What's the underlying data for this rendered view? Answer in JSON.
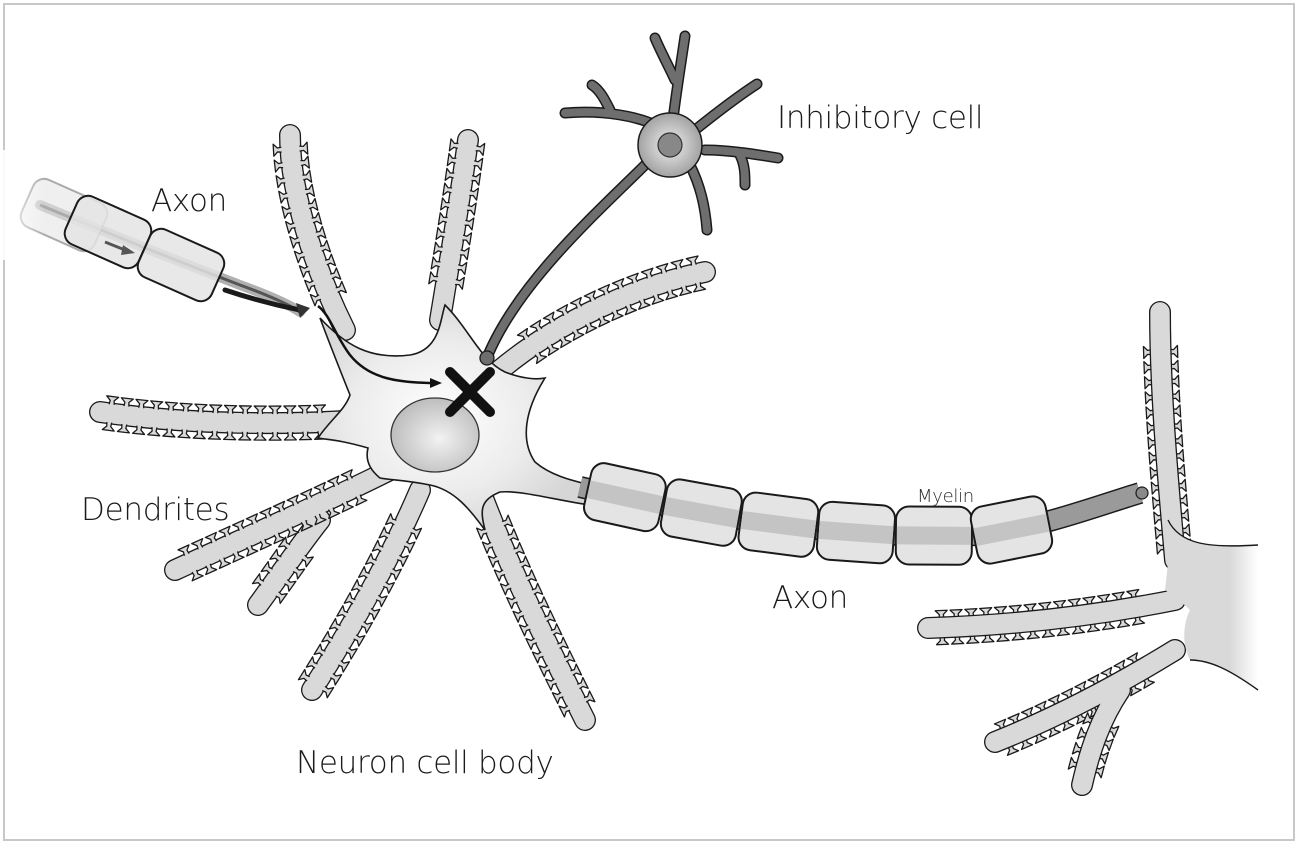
{
  "diagram": {
    "title": "Neuron with inhibitory cell blocking signal",
    "labels": {
      "axon_incoming": "Axon",
      "inhibitory_cell": "Inhibitory cell",
      "dendrites": "Dendrites",
      "myelin": "Myelin",
      "axon_outgoing": "Axon",
      "neuron_cell_body": "Neuron cell body"
    },
    "colors": {
      "cell_fill": "#d9d9d9",
      "cell_outline": "#1a1a1a",
      "inhibitory_fill": "#6e6e6e",
      "myelin_fill": "#e4e4e4",
      "axon_core": "#b8b8b8",
      "block_mark": "#111111"
    },
    "parts": [
      "incoming-axon",
      "neuron-cell-body",
      "nucleus",
      "dendrites",
      "inhibitory-cell",
      "block-mark",
      "outgoing-axon",
      "myelin-sheath",
      "axon-terminal",
      "target-neuron"
    ]
  }
}
